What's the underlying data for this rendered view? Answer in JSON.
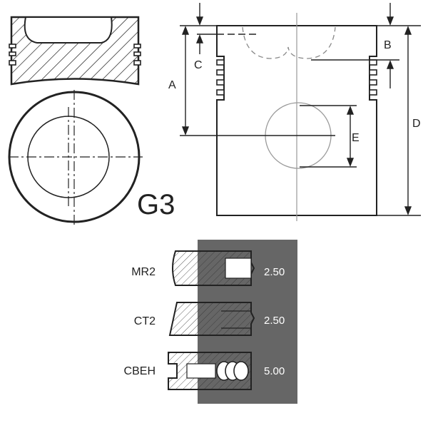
{
  "piston_code": "G3",
  "dimension_labels": {
    "a": "A",
    "b": "B",
    "c": "C",
    "d": "D",
    "e": "E"
  },
  "rings": [
    {
      "name": "MR2",
      "thickness": "2.50"
    },
    {
      "name": "CT2",
      "thickness": "2.50"
    },
    {
      "name": "CBEH",
      "thickness": "5.00"
    }
  ],
  "colors": {
    "line": "#222222",
    "ring_panel": "#666666",
    "ring_value_text": "#ffffff",
    "center_line": "#999999",
    "hidden_line": "#888888"
  }
}
